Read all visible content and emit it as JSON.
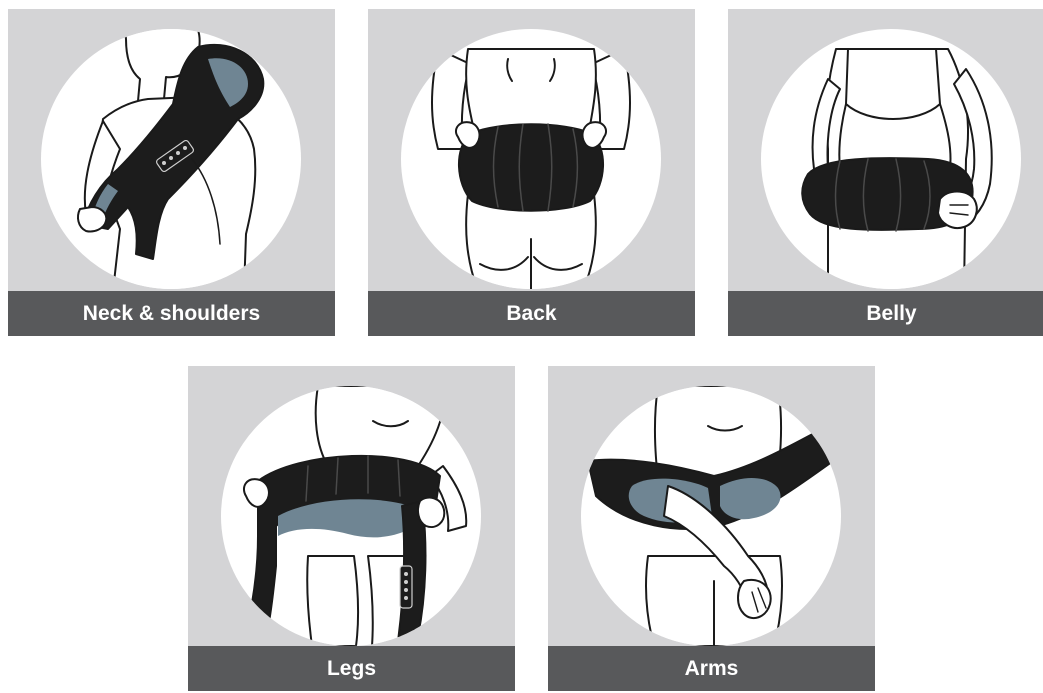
{
  "cards": [
    {
      "label": "Neck & shoulders",
      "icon": "neck-shoulders-illustration"
    },
    {
      "label": "Back",
      "icon": "back-illustration"
    },
    {
      "label": "Belly",
      "icon": "belly-illustration"
    },
    {
      "label": "Legs",
      "icon": "legs-illustration"
    },
    {
      "label": "Arms",
      "icon": "arms-illustration"
    }
  ],
  "colors": {
    "panel_background": "#d4d4d6",
    "label_background": "#58595b",
    "label_text": "#ffffff",
    "massager_body": "#1c1c1c",
    "massager_accent": "#6f8593",
    "figure_fill": "#ffffff",
    "outline": "#1a1a1a"
  }
}
